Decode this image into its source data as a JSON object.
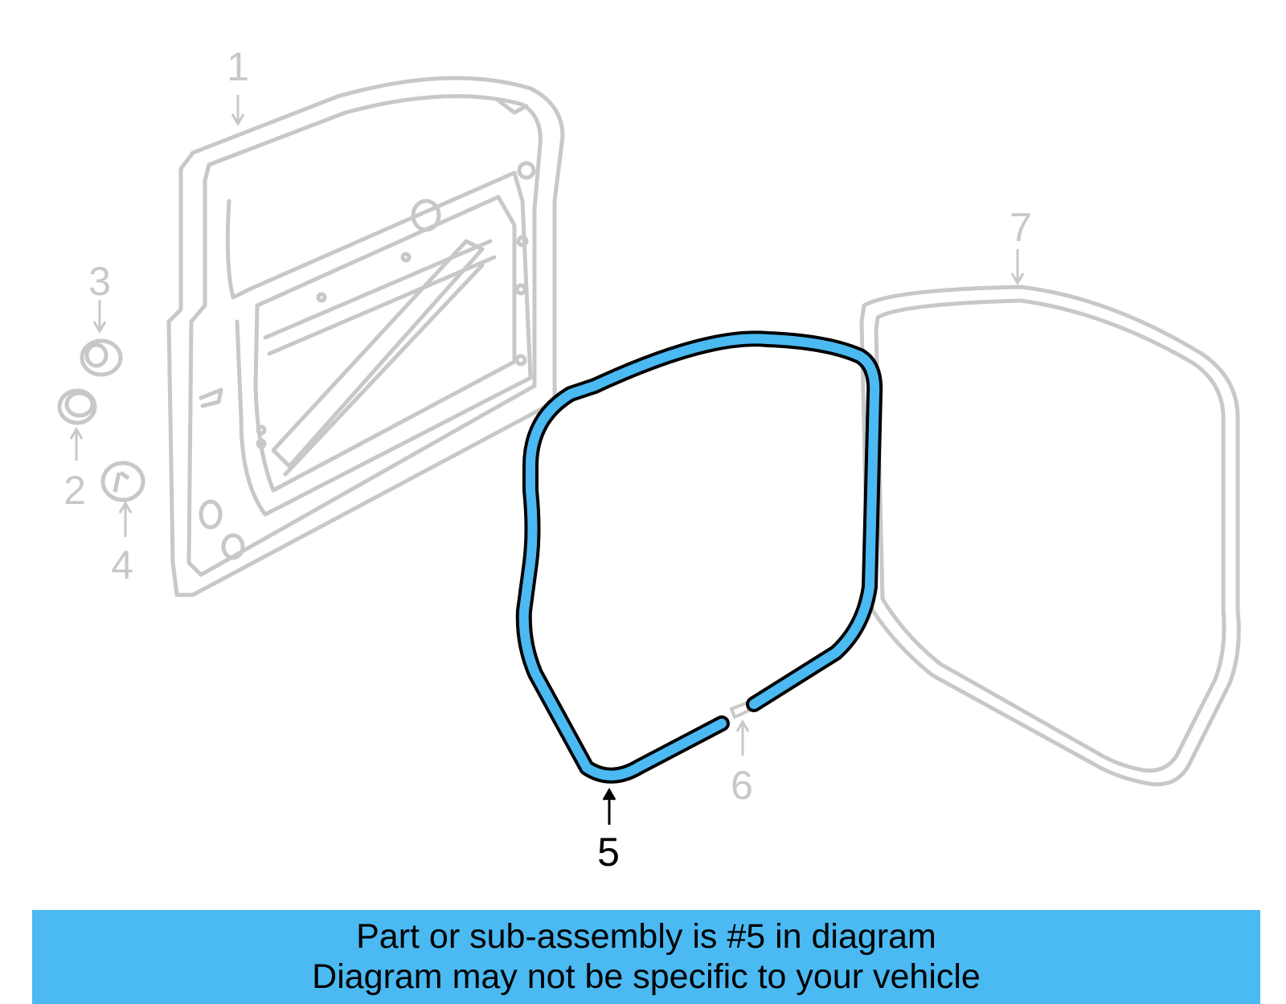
{
  "callouts": {
    "c1": "1",
    "c2": "2",
    "c3": "3",
    "c4": "4",
    "c5": "5",
    "c6": "6",
    "c7": "7"
  },
  "highlighted_part": "5",
  "colors": {
    "highlight": "#4bb9f2",
    "ghost": "#c8c8c8",
    "outline": "#000000"
  },
  "banner": {
    "line1": "Part or sub-assembly is #5 in diagram",
    "line2": "Diagram may not be specific to your vehicle"
  }
}
